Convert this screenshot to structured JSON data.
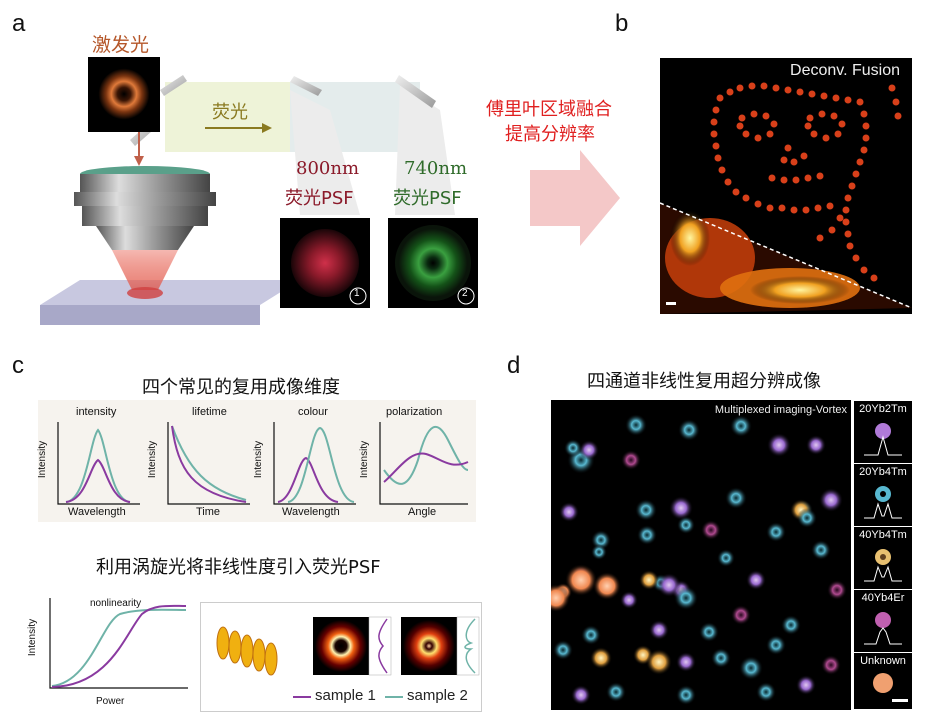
{
  "panel_letters": {
    "a": "a",
    "b": "b",
    "c": "c",
    "d": "d"
  },
  "panel_a": {
    "excitation_label": "激发光",
    "fluorescence_label": "荧光",
    "psf1_wavelength": "800nm",
    "psf1_title": "荧光PSF",
    "psf2_wavelength": "740nm",
    "psf2_title": "荧光PSF",
    "psf1_index": "1",
    "psf2_index": "2",
    "colors": {
      "excitation": "#b5572a",
      "psf1": "#8b1a2a",
      "psf2": "#2f6b2a",
      "fluor_arrow": "#8a7a20"
    }
  },
  "arrow_middle": {
    "line1": "傅里叶区域融合",
    "line2": "提高分辨率",
    "color": "#e02020"
  },
  "panel_b": {
    "overlay_label": "Deconv. Fusion"
  },
  "panel_c": {
    "title1": "四个常见的复用成像维度",
    "plots": [
      {
        "title": "intensity",
        "ylabel": "Intensity",
        "xlabel": "Wavelength"
      },
      {
        "title": "lifetime",
        "ylabel": "Intensity",
        "xlabel": "Time"
      },
      {
        "title": "colour",
        "ylabel": "Intensity",
        "xlabel": "Wavelength"
      },
      {
        "title": "polarization",
        "ylabel": "Intensity",
        "xlabel": "Angle"
      }
    ],
    "title2": "利用涡旋光将非线性度引入荧光PSF",
    "nonlin_plot": {
      "title": "nonlinearity",
      "ylabel": "Intensity",
      "xlabel": "Power"
    },
    "legend": [
      {
        "label": "sample 1",
        "color": "#8a3aa0"
      },
      {
        "label": "sample 2",
        "color": "#6fb3a8"
      }
    ]
  },
  "panel_d": {
    "title": "四通道非线性复用超分辨成像",
    "overlay_label": "Multiplexed imaging-Vortex",
    "channels": [
      {
        "label": "20Yb2Tm",
        "color": "#b07ad8"
      },
      {
        "label": "20Yb4Tm",
        "color": "#58b8d0"
      },
      {
        "label": "40Yb4Tm",
        "color": "#e8c070"
      },
      {
        "label": "40Yb4Er",
        "color": "#c060b0"
      },
      {
        "label": "Unknown",
        "color": "#f0a070"
      }
    ]
  }
}
